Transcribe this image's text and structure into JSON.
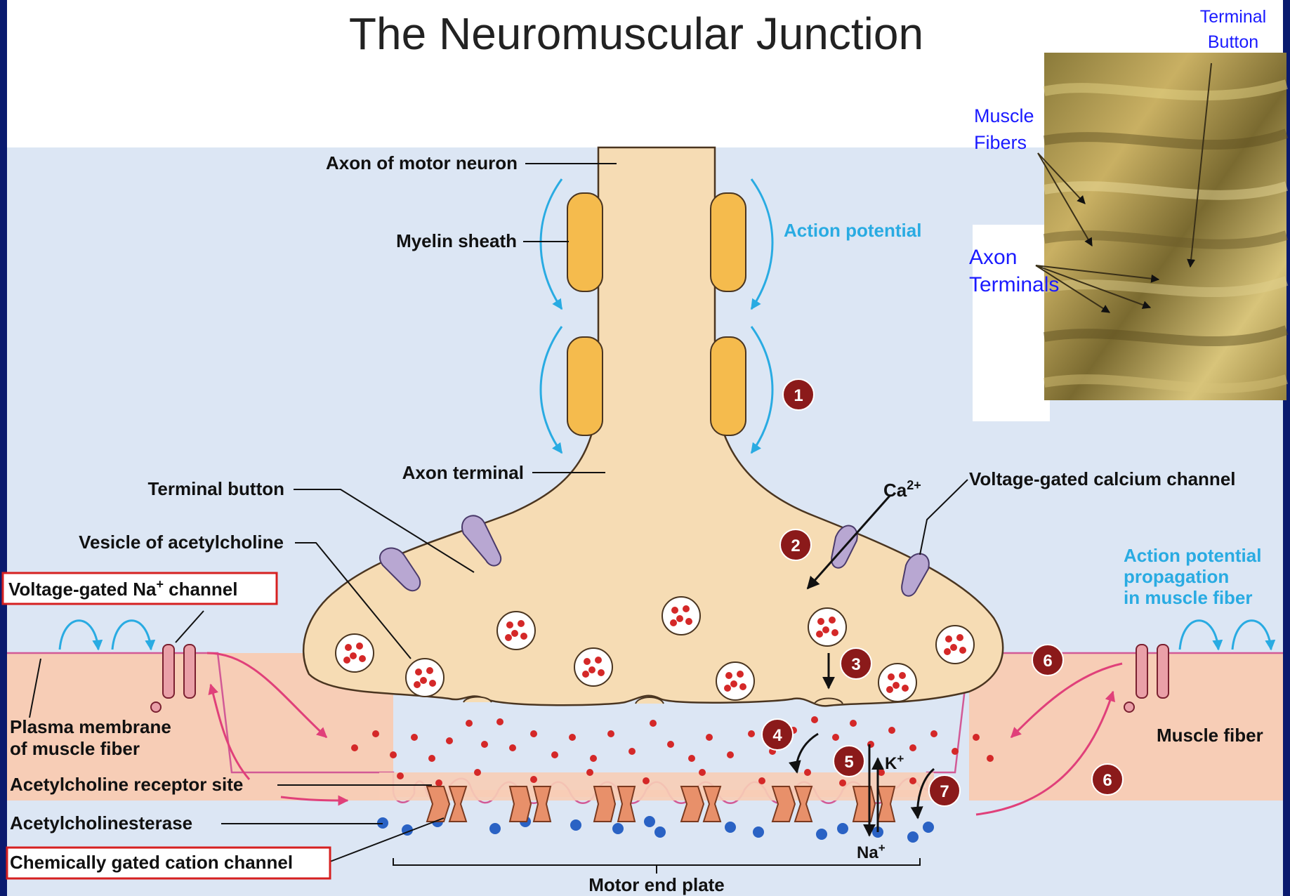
{
  "title": "The Neuromuscular Junction",
  "photo": {
    "terminal_button_l1": "Terminal",
    "terminal_button_l2": "Button",
    "muscle_fibers_l1": "Muscle",
    "muscle_fibers_l2": "Fibers",
    "axon_terminals_l1": "Axon",
    "axon_terminals_l2": "Terminals"
  },
  "labels": {
    "axon_motor_neuron": "Axon of motor neuron",
    "myelin_sheath": "Myelin sheath",
    "action_potential": "Action potential",
    "axon_terminal": "Axon terminal",
    "terminal_button": "Terminal button",
    "vesicle": "Vesicle of acetylcholine",
    "na_channel_pre": "Voltage-gated Na",
    "na_channel_sup": "+",
    "na_channel_post": " channel",
    "ca_ion": "Ca",
    "ca_sup": "2+",
    "ca_channel": "Voltage-gated calcium channel",
    "ap_prop_l1": "Action potential",
    "ap_prop_l2": "propagation",
    "ap_prop_l3": "in muscle fiber",
    "plasma_l1": "Plasma membrane",
    "plasma_l2": "of muscle fiber",
    "muscle_fiber": "Muscle fiber",
    "ach_receptor": "Acetylcholine receptor site",
    "ache": "Acetylcholinesterase",
    "cation_channel": "Chemically gated cation channel",
    "k_ion": "K",
    "k_sup": "+",
    "na_ion": "Na",
    "na_sup": "+",
    "motor_end_plate": "Motor end plate"
  },
  "steps": [
    "1",
    "2",
    "3",
    "4",
    "5",
    "6",
    "6",
    "7"
  ],
  "colors": {
    "frame": "#0a1a6e",
    "synaptic_fluid": "#dce6f4",
    "neuron": "#f6dcb4",
    "muscle": "#f7cdb6",
    "myelin": "#f5bb4d",
    "acetylcholine": "#d42828",
    "acetylcholinesterase": "#2a62c4",
    "step_badge": "#8b1a1a",
    "action_potential": "#29abe2",
    "current_arrow": "#e0407a",
    "highlight_box": "#d62020"
  }
}
